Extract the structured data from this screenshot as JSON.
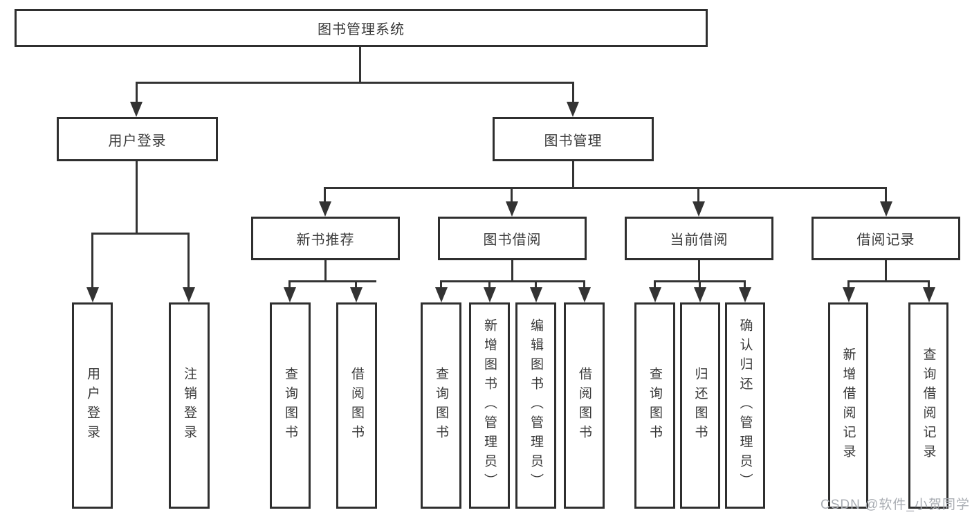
{
  "diagram": {
    "root": {
      "label": "图书管理系统"
    },
    "level2": [
      {
        "label": "用户登录"
      },
      {
        "label": "图书管理"
      }
    ],
    "level3": [
      {
        "label": "新书推荐"
      },
      {
        "label": "图书借阅"
      },
      {
        "label": "当前借阅"
      },
      {
        "label": "借阅记录"
      }
    ],
    "leaves": {
      "user_login": [
        "用户登录",
        "注销登录"
      ],
      "new_book": [
        "查询图书",
        "借阅图书"
      ],
      "borrow": [
        "查询图书",
        "新增图书（管理员）",
        "编辑图书（管理员）",
        "借阅图书"
      ],
      "current": [
        "查询图书",
        "归还图书",
        "确认归还（管理员）"
      ],
      "records": [
        "新增借阅记录",
        "查询借阅记录"
      ]
    },
    "colors": {
      "line": "#333333",
      "box_border": "#2f2f2f",
      "text": "#3a3a3a",
      "watermark": "#a9adb3",
      "background": "#ffffff"
    },
    "watermark": {
      "text": "CSDN @软件_小贺同学"
    }
  }
}
